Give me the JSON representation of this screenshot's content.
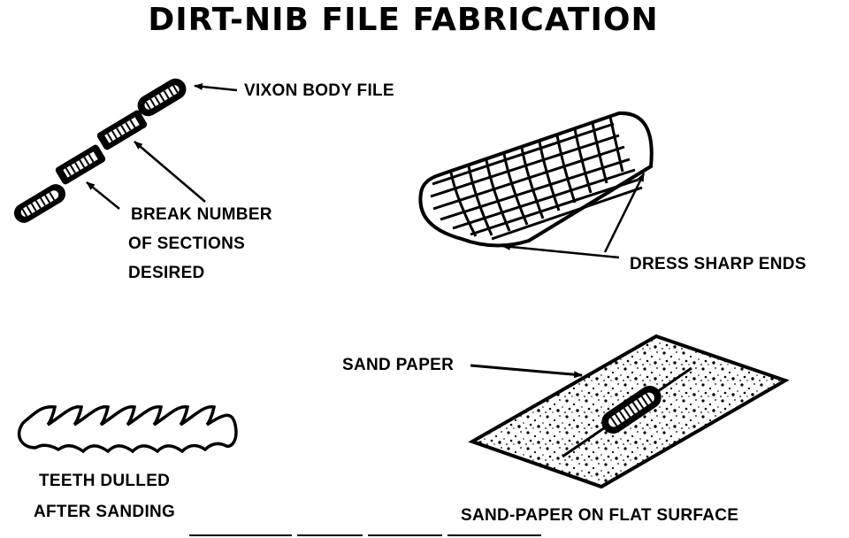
{
  "title": "DIRT-NIB FILE FABRICATION",
  "labels": {
    "vixon_body_file": "VIXON BODY FILE",
    "break_line1": "BREAK NUMBER",
    "break_line2": "OF SECTIONS",
    "break_line3": "DESIRED",
    "dress_sharp_ends": "DRESS SHARP ENDS",
    "sand_paper": "SAND PAPER",
    "teeth_line1": "TEETH DULLED",
    "teeth_line2": "AFTER SANDING",
    "sandpaper_flat": "SAND-PAPER ON FLAT SURFACE"
  },
  "colors": {
    "ink": "#000000",
    "paper": "#ffffff"
  }
}
